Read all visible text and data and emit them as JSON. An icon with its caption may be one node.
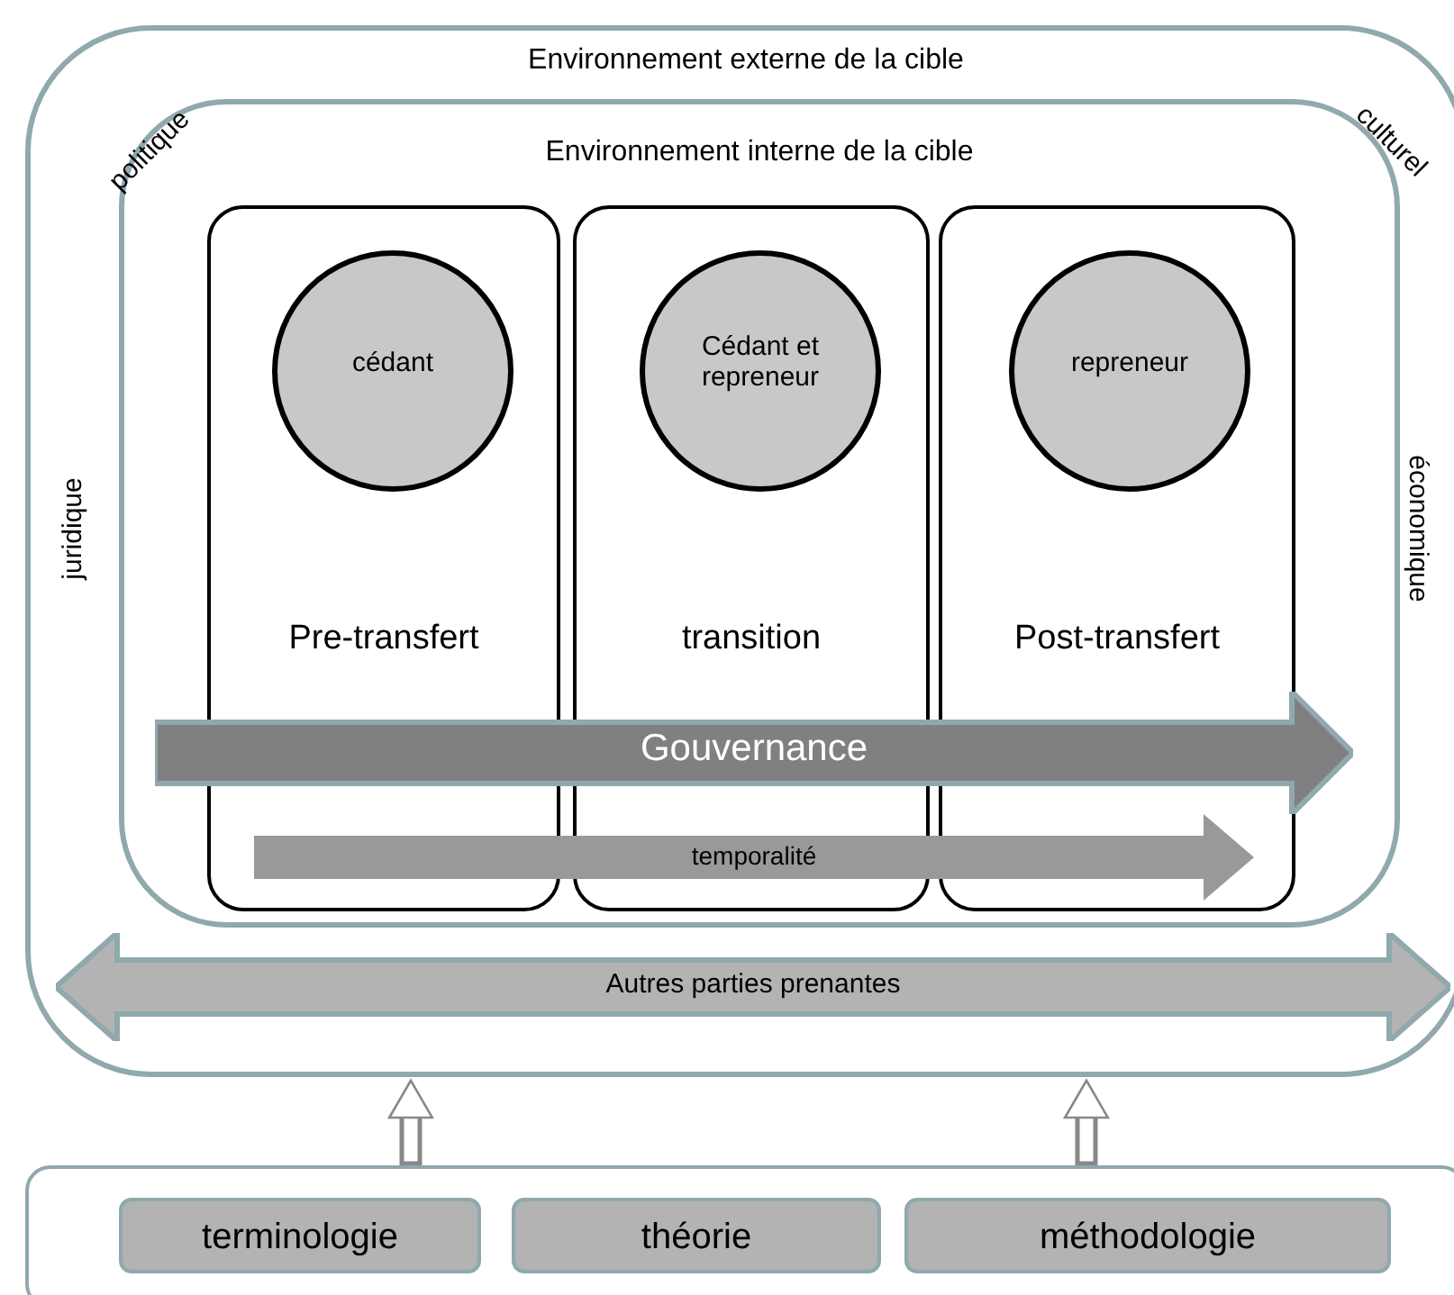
{
  "diagram": {
    "nodes": [
      {
        "text": [
          "Environnement externe de la cible"
        ]
      },
      {
        "text": [
          "Environnement interne de la cible"
        ],
        "in": 0
      },
      {
        "text": [
          "Pre-transfert"
        ],
        "in": 1
      },
      {
        "text": [
          "cédant"
        ],
        "in": 2
      },
      {
        "text": [
          "transition"
        ],
        "in": 1
      },
      {
        "text": [
          "Cédant et repreneur"
        ],
        "in": 4
      },
      {
        "text": [
          "Post-transfert"
        ],
        "in": 1
      },
      {
        "text": [
          "repreneur"
        ],
        "in": 6
      },
      {
        "text": [
          "Gouvernance"
        ],
        "in": 1
      },
      {
        "text": [
          "temporalité"
        ],
        "in": 1
      },
      {
        "text": [
          "Autres parties prenantes"
        ],
        "in": 0
      },
      {
        "text": [],
        "shape": "box"
      },
      {
        "text": [
          "terminologie"
        ],
        "in": 11
      },
      {
        "text": [
          "théorie"
        ],
        "in": 11
      },
      {
        "text": [
          "méthodologie"
        ],
        "in": 11
      }
    ],
    "edges": [
      {
        "from": 11,
        "to": 0,
        "arrow": "to"
      },
      {
        "from": 11,
        "to": 0,
        "arrow": "to"
      }
    ],
    "labels": [
      "politique",
      "culturel",
      "juridique",
      "économique"
    ]
  }
}
